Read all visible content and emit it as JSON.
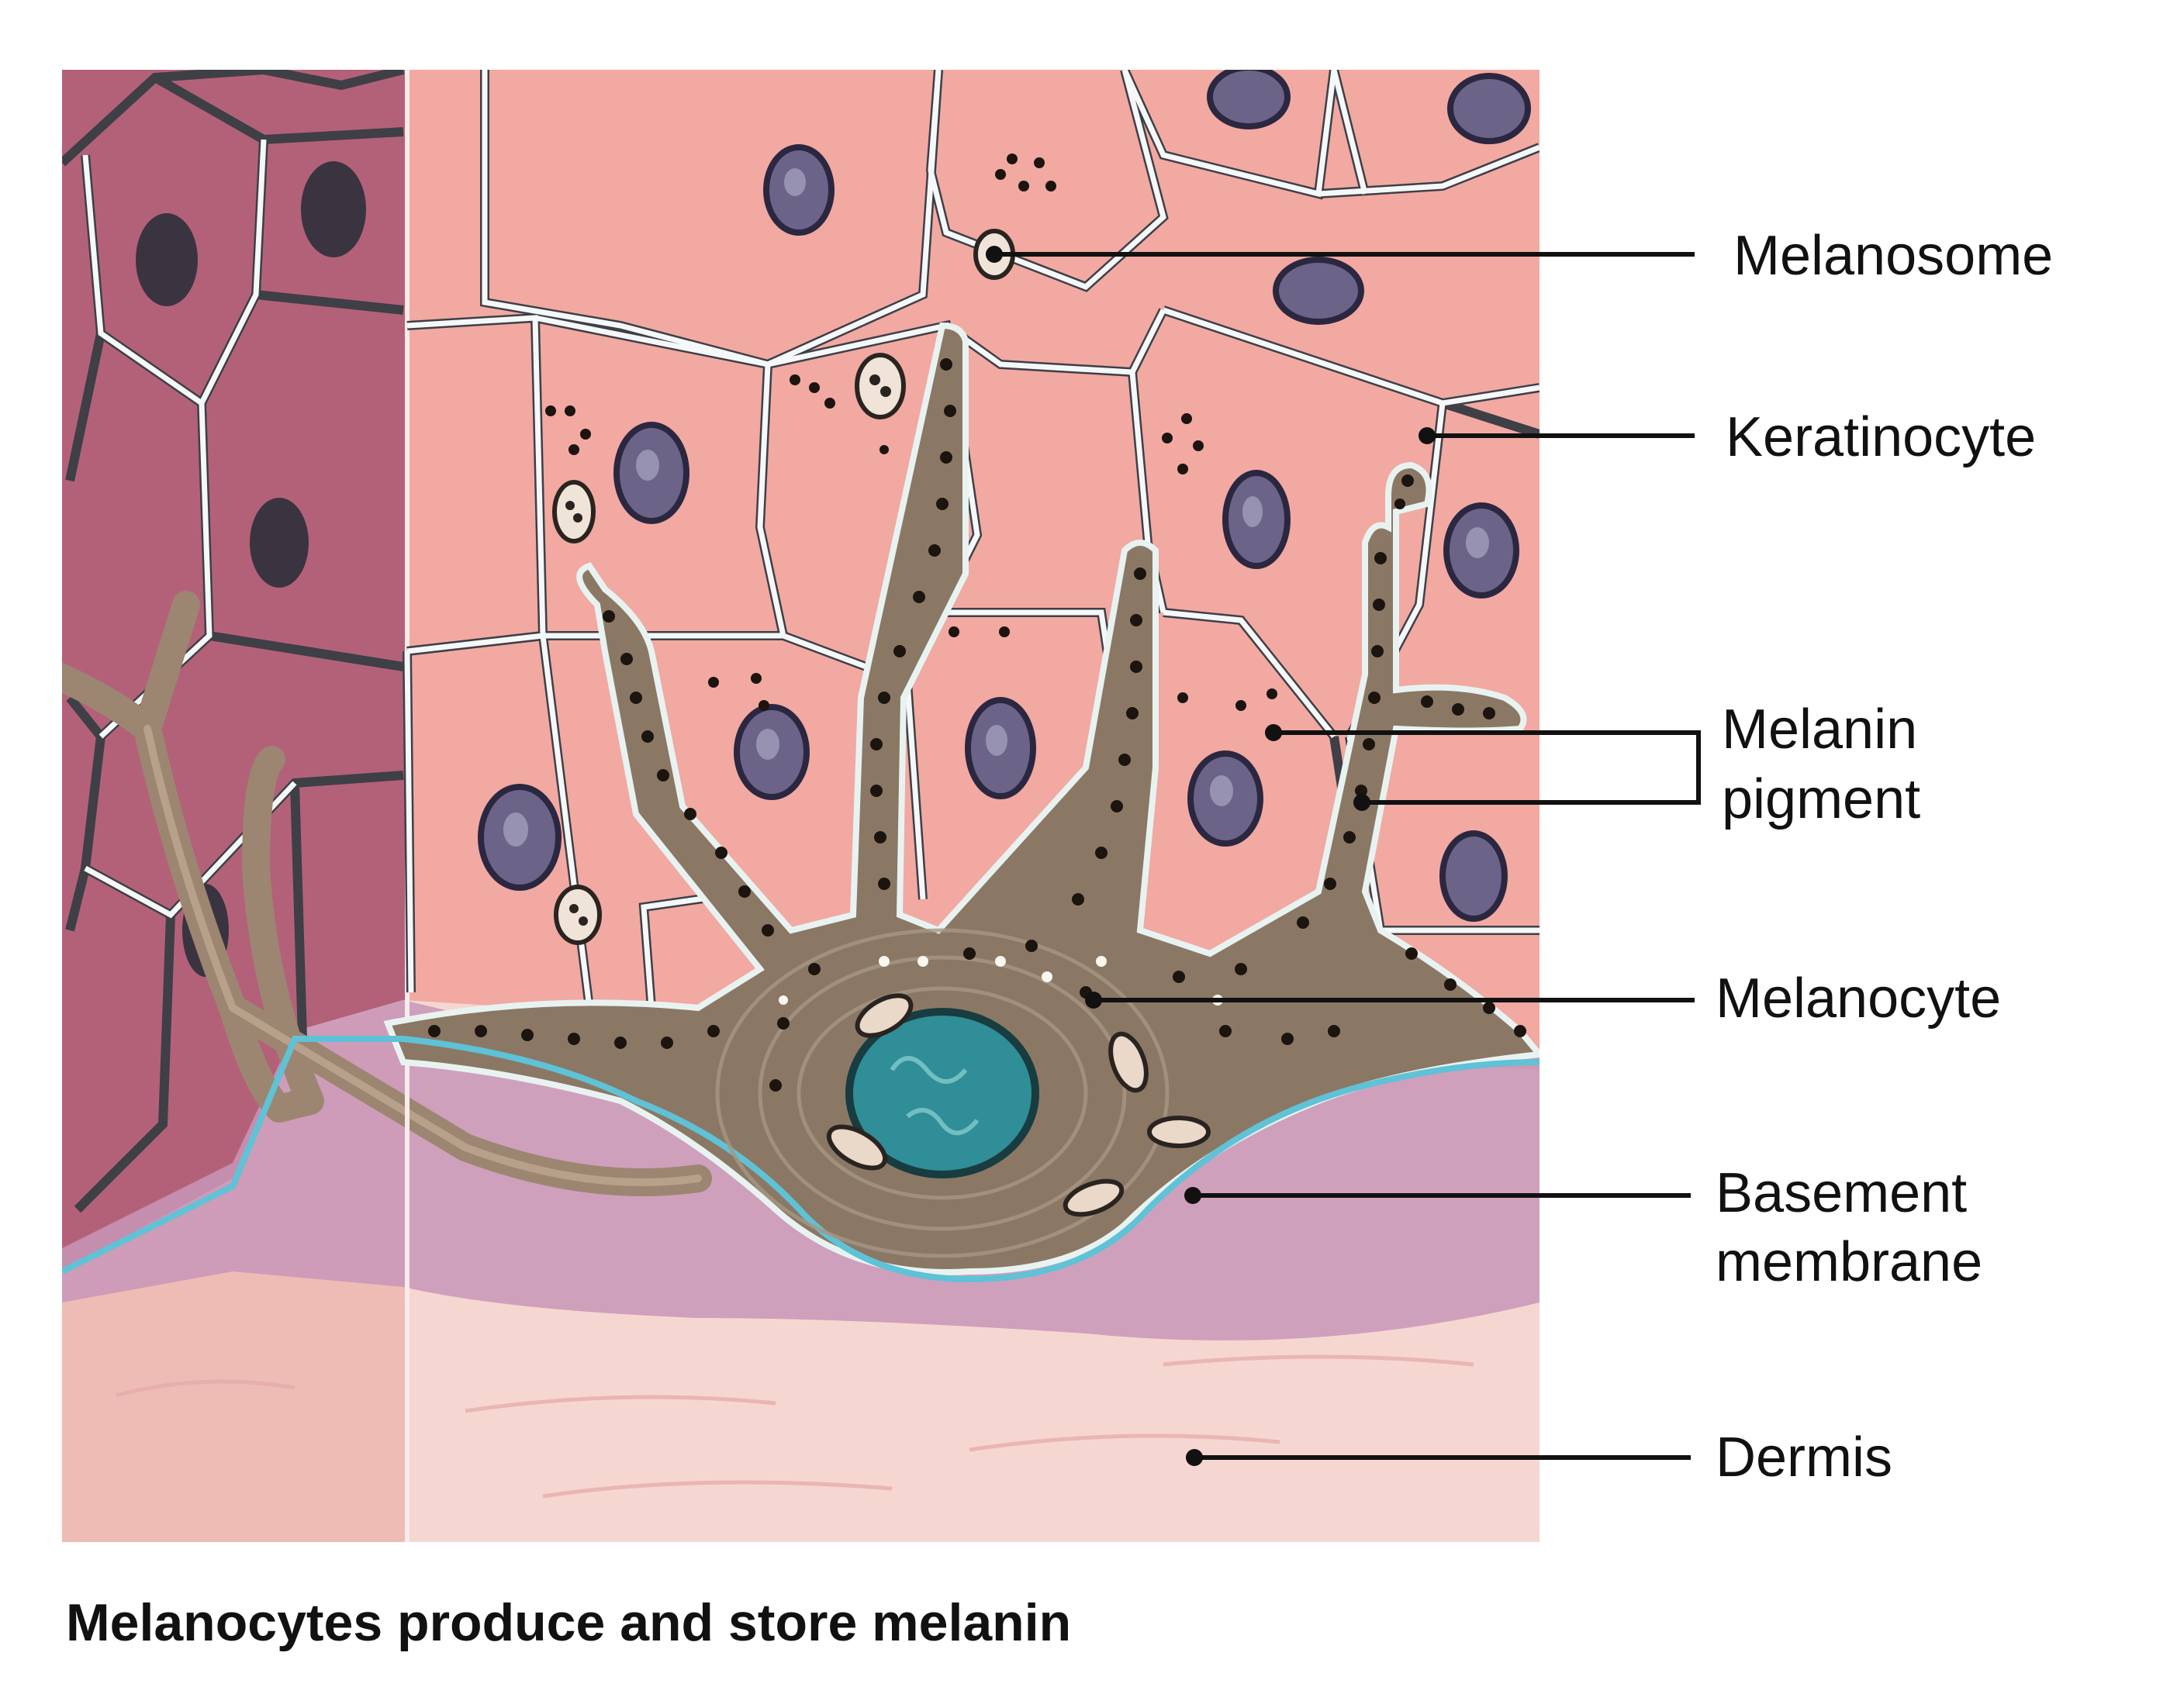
{
  "figure": {
    "caption": "Melanocytes produce and store melanin"
  },
  "labels": {
    "melanosome": "Melanosome",
    "keratinocyte": "Keratinocyte",
    "melanin_pigment_line1": "Melanin",
    "melanin_pigment_line2": "pigment",
    "melanocyte": "Melanocyte",
    "basement_membrane_line1": "Basement",
    "basement_membrane_line2": "membrane",
    "dermis": "Dermis"
  },
  "colors": {
    "keratinocyte_cytoplasm": "#f1a9a2",
    "keratinocyte_side_face": "#b9687f",
    "nucleus": "#6b6488",
    "melanocyte_body": "#8a7865",
    "melanocyte_nucleus": "#2f8e97",
    "melanin_granule": "#1b140f",
    "basement_membrane": "#5fc2d6",
    "dermis": "#f6d6d0",
    "leader_line": "#111111"
  }
}
